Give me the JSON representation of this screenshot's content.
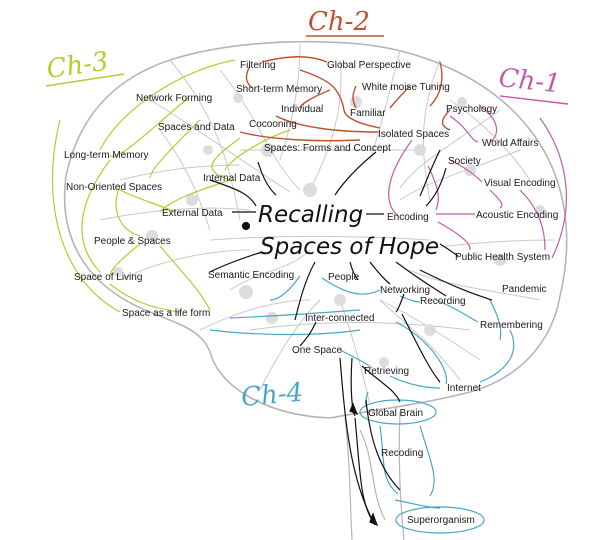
{
  "title": {
    "line1": "Recalling",
    "line2": "Spaces of Hope"
  },
  "colors": {
    "brain_outline": "#b9b9b9",
    "brain_web": "#c9c9c9",
    "brain_node": "#d8d8d8",
    "ch1": "#c35aa8",
    "ch2": "#c2502f",
    "ch3": "#b5cc2e",
    "ch4": "#4aa6c8",
    "ink": "#111111"
  },
  "chapters": {
    "ch1": "Ch-1",
    "ch2": "Ch-2",
    "ch3": "Ch-3",
    "ch4": "Ch-4"
  },
  "concepts": {
    "filtering": "Filtering",
    "global_perspective": "Global Perspective",
    "short_term_memory": "Short-term Memory",
    "white_noise_tuning": "White moise Tuning",
    "individual": "Individual",
    "familiar": "Familiar",
    "psychology": "Psychology",
    "cocooning": "Cocooning",
    "isolated_spaces": "Isolated Spaces",
    "network_forming": "Network Forming",
    "spaces_and_data": "Spaces and Data",
    "world_affairs": "World Affairs",
    "spaces_forms_concept": "Spaces: Forms and Concept",
    "long_term_memory": "Long-term Memory",
    "society": "Society",
    "internal_data": "Internal Data",
    "visual_encoding": "Visual Encoding",
    "non_oriented_spaces": "Non-Oriented Spaces",
    "external_data": "External Data",
    "encoding": "Encoding",
    "acoustic_encoding": "Acoustic Encoding",
    "people_spaces": "People & Spaces",
    "public_health_system": "Public Health System",
    "space_of_living": "Space of Living",
    "semantic_encoding": "Semantic Encoding",
    "people": "People",
    "networking": "Networking",
    "pandemic": "Pandemic",
    "recording": "Recording",
    "space_life_form": "Space as a life form",
    "inter_connected": "Inter-connected",
    "remembering": "Remembering",
    "one_space": "One Space",
    "retrieving": "Retrieving",
    "internet": "Internet",
    "global_brain": "Global Brain",
    "recoding": "Recoding",
    "superorganism": "Superorganism"
  }
}
